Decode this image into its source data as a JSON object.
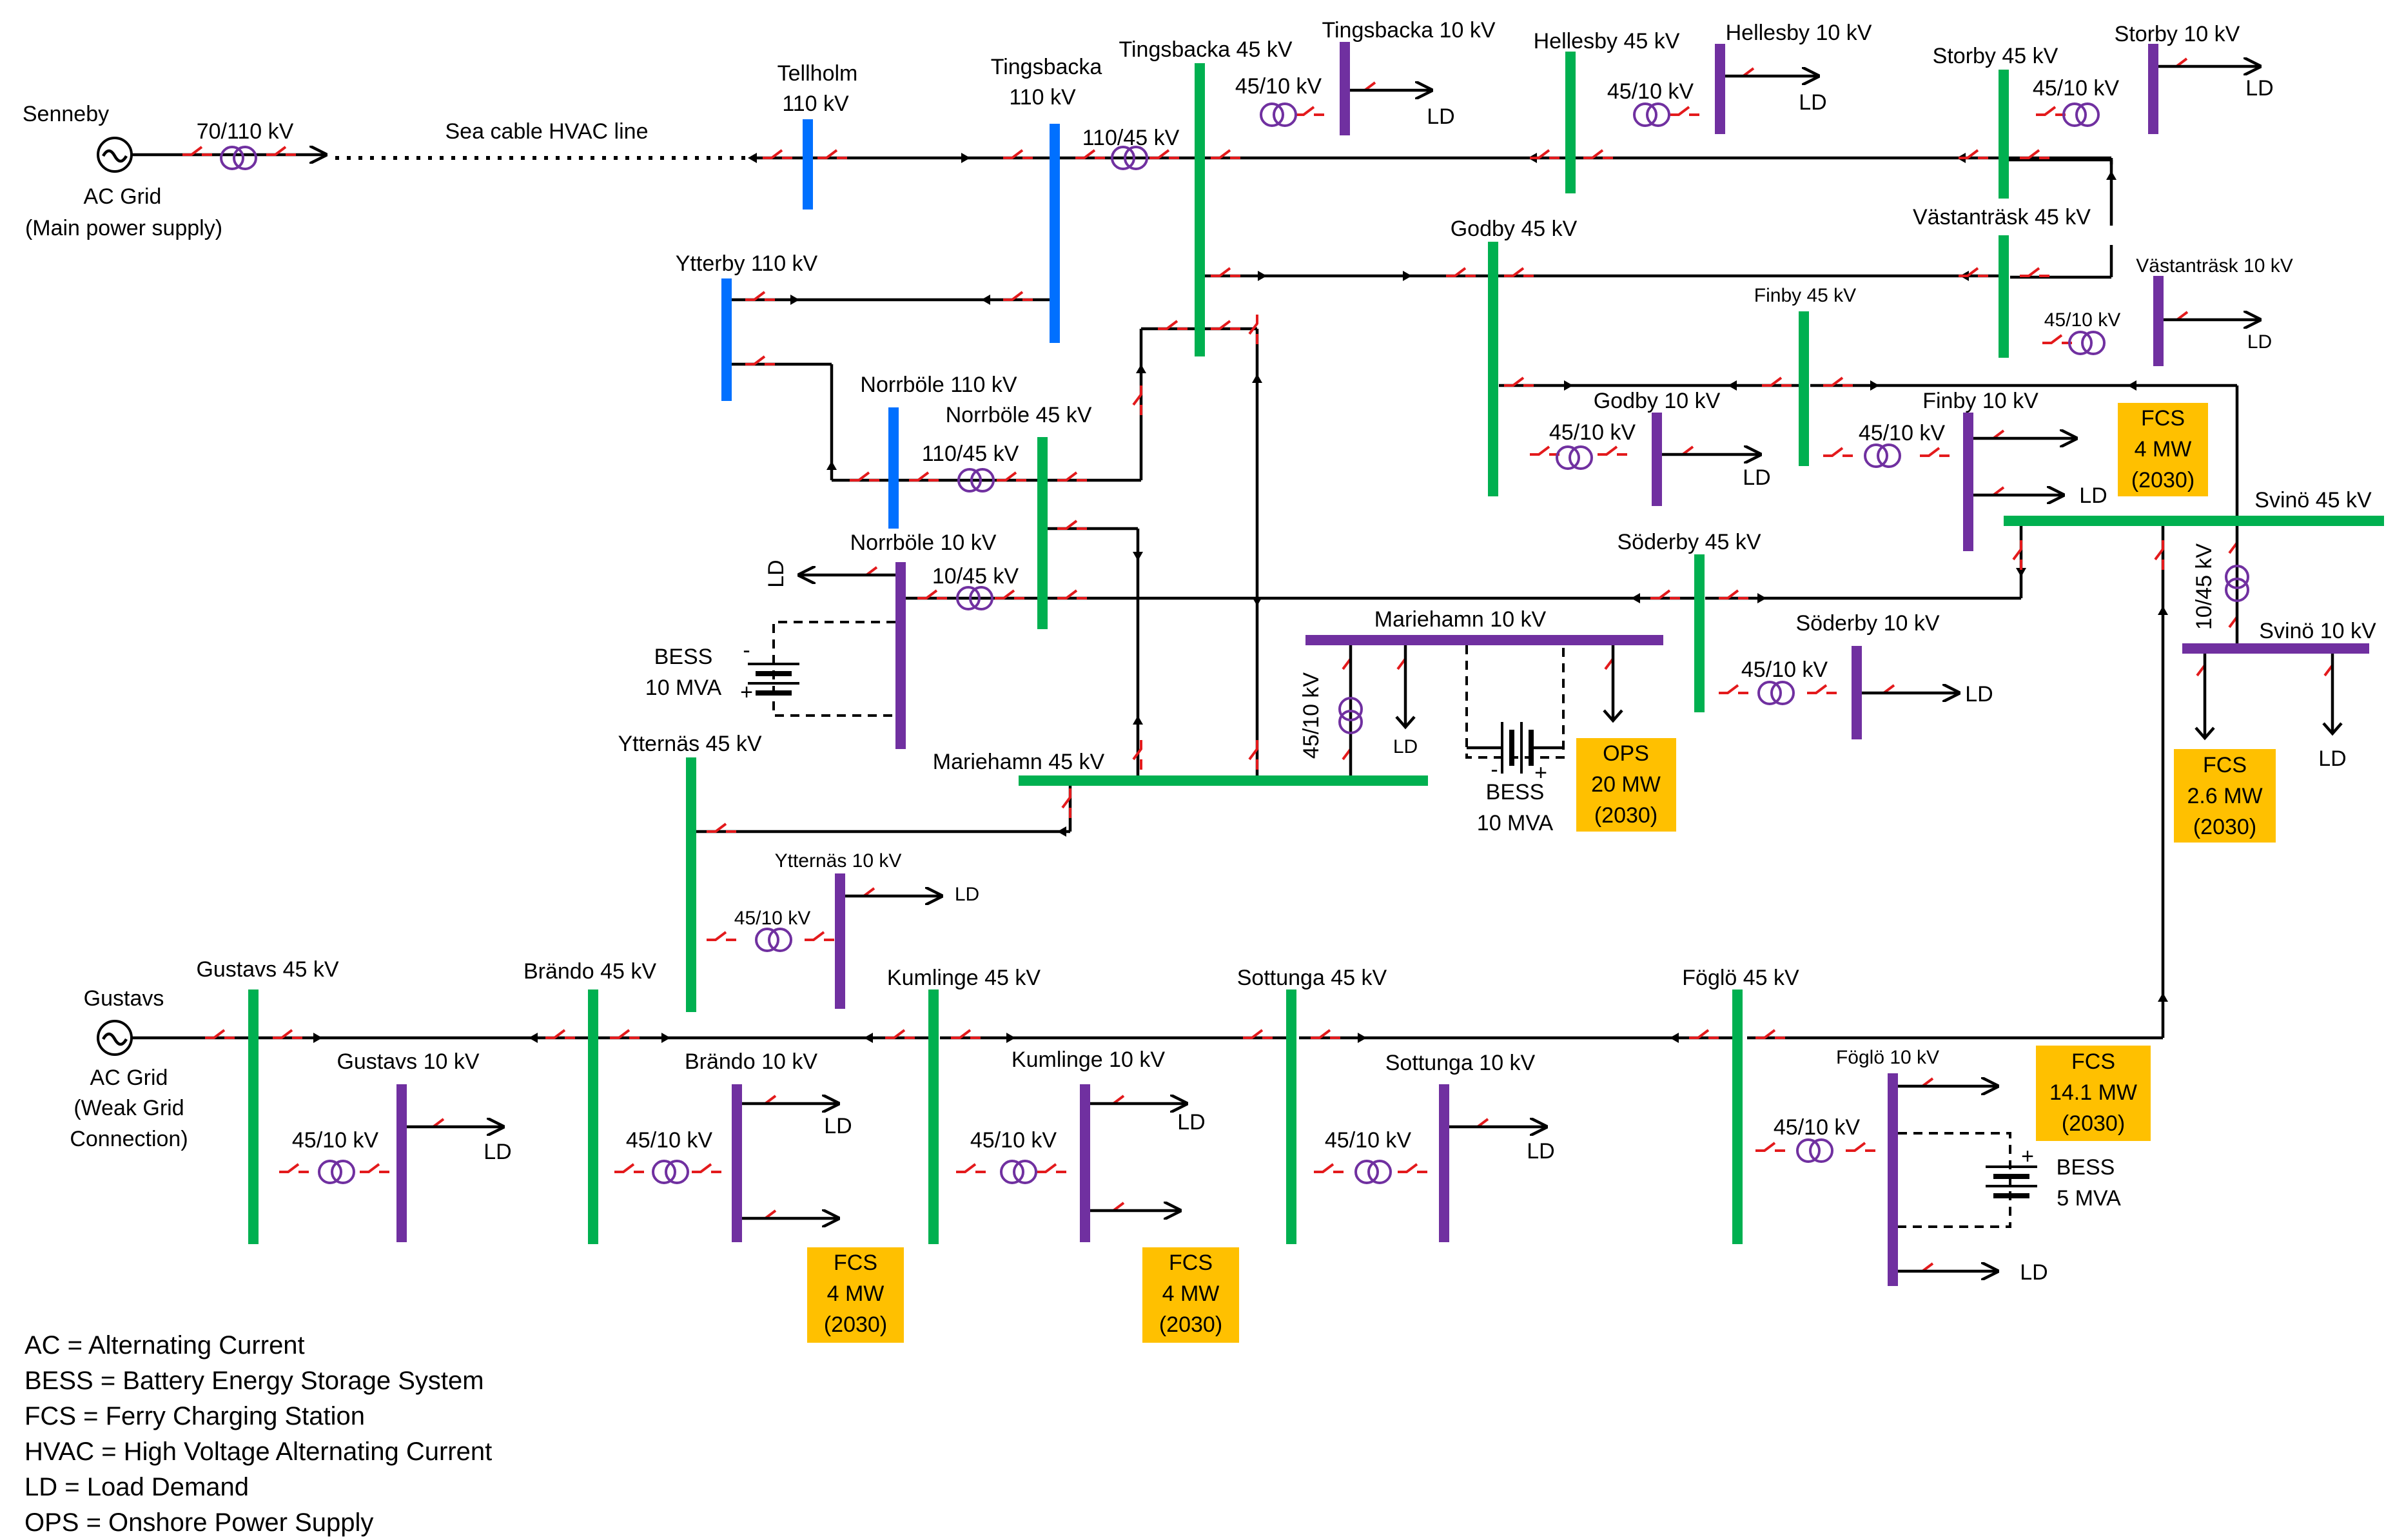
{
  "colors": {
    "bus_110kv": "#0070ff",
    "bus_45kv": "#00b050",
    "bus_10kv": "#7030a0",
    "switch": "#e31a1c",
    "transformer": "#7030a0",
    "fcs_box": "#ffc000",
    "line": "#000000"
  },
  "grids": {
    "senneby": {
      "name": "Senneby",
      "type": "AC Grid",
      "note": "(Main power supply)",
      "tf": "70/110 kV"
    },
    "gustavs": {
      "name": "Gustavs",
      "type": "AC Grid",
      "note1": "(Weak Grid",
      "note2": "Connection)"
    }
  },
  "sea_cable": "Sea cable HVAC line",
  "buses": {
    "tellholm_a": "Tellholm",
    "tellholm_b": "110 kV",
    "tingsbacka110_a": "Tingsbacka",
    "tingsbacka110_b": "110 kV",
    "ytterby110": "Ytterby 110 kV",
    "norrbole110": "Norrböle 110 kV",
    "tingsbacka45": "Tingsbacka 45 kV",
    "tingsbacka10": "Tingsbacka 10 kV",
    "hellesby45": "Hellesby 45 kV",
    "hellesby10": "Hellesby 10 kV",
    "storby45": "Storby 45 kV",
    "storby10": "Storby 10 kV",
    "vastantrask45": "Västanträsk 45 kV",
    "vastantrask10": "Västanträsk 10 kV",
    "godby45": "Godby 45 kV",
    "godby10": "Godby 10 kV",
    "finby45": "Finby 45 kV",
    "finby10": "Finby 10 kV",
    "svino45": "Svinö 45 kV",
    "svino10": "Svinö 10 kV",
    "norrbole45": "Norrböle  45 kV",
    "norrbole10": "Norrböle 10 kV",
    "soderby45": "Söderby 45 kV",
    "soderby10": "Söderby  10 kV",
    "mariehamn10": "Mariehamn 10 kV",
    "mariehamn45": "Mariehamn 45 kV",
    "ytternas45": "Ytternäs 45 kV",
    "ytternas10": "Ytternäs 10 kV",
    "gustavs45": "Gustavs 45 kV",
    "gustavs10": "Gustavs 10 kV",
    "brando45": "Brändo 45 kV",
    "brando10": "Brändo 10 kV",
    "kumlinge45": "Kumlinge 45 kV",
    "kumlinge10": "Kumlinge 10 kV",
    "sottunga45": "Sottunga 45 kV",
    "sottunga10": "Sottunga 10 kV",
    "foglo45": "Föglö 45 kV",
    "foglo10": "Föglö 10 kV"
  },
  "transformers": {
    "tf_110_45": "110/45 kV",
    "tf_45_10": "45/10 kV",
    "tf_10_45": "10/45 kV"
  },
  "ld": "LD",
  "bess": {
    "label": "BESS",
    "norrbole": "10 MVA",
    "mariehamn": "10 MVA",
    "foglo": "5 MVA",
    "plus": "+",
    "minus": "-"
  },
  "fcs_boxes": {
    "finby": [
      "FCS",
      "4 MW",
      "(2030)"
    ],
    "svino": [
      "FCS",
      "2.6 MW",
      "(2030)"
    ],
    "ops": [
      "OPS",
      "20  MW",
      "(2030)"
    ],
    "foglo": [
      "FCS",
      "14.1 MW",
      "(2030)"
    ],
    "brando": [
      "FCS",
      "4 MW",
      "(2030)"
    ],
    "kumlinge": [
      "FCS",
      "4 MW",
      "(2030)"
    ]
  },
  "legend": [
    "AC = Alternating Current",
    "BESS = Battery Energy Storage System",
    "FCS = Ferry Charging Station",
    "HVAC = High Voltage Alternating Current",
    "LD = Load Demand",
    "OPS = Onshore Power Supply"
  ]
}
